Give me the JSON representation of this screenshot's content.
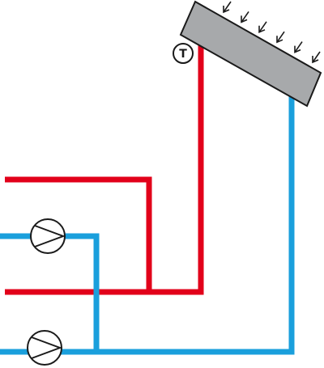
{
  "colors": {
    "hot_pipe": "#e2001a",
    "cold_pipe": "#1a9fdc",
    "collector_fill": "#a7a9ab",
    "outline": "#1a1a1a",
    "background": "#ffffff"
  },
  "temperature_sensor": {
    "label": "T",
    "icon": "temperature-sensor-icon"
  },
  "pumps": [
    {
      "name": "pump-upper",
      "icon": "circulation-pump-icon"
    },
    {
      "name": "pump-lower",
      "icon": "circulation-pump-icon"
    }
  ],
  "collector": {
    "icon": "solar-collector-panel",
    "sun_ray_count": 6
  }
}
